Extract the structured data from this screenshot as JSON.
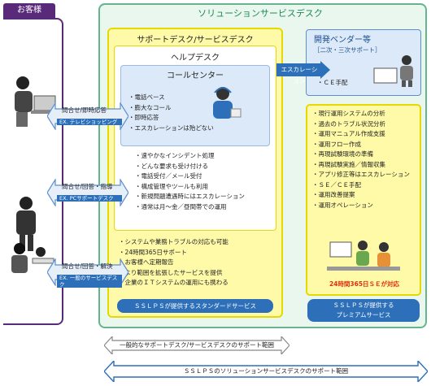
{
  "customer_label": "お客様",
  "solution_desk_title": "ソリューションサービスデスク",
  "support_desk_title": "サポートデスク/サービスデスク",
  "help_desk_title": "ヘルプデスク",
  "call_center_title": "コールセンター",
  "call_center_items": [
    "電話ベース",
    "膨大なコール",
    "即時応答",
    "エスカレーションは殆どない"
  ],
  "help_desk_items": [
    "速やかなインシデント処理",
    "どんな要求も受け付ける",
    "電話受付／メール受付",
    "構成管理やツールも利用",
    "新規問題遭遇時にはエスカレーション",
    "通常は月～金／昼間帯での運用"
  ],
  "support_desk_items": [
    "システムや業務トラブルの対応も可能",
    "24時間365日サポート",
    "お客様へ定期報告",
    "より範囲を拡張したサービスを提供",
    "企業のＩＴシステムの運用にも携わる"
  ],
  "standard_service_label": "ＳＳＬＰＳが提供するスタンダードサービス",
  "vendor_title": "開発ベンダー等",
  "vendor_subtitle": "［二次・三次サポート］",
  "vendor_items": [
    "ＣＥ手配"
  ],
  "escalation_label": "エスカレーション",
  "premium_items": [
    "現行運用システムの分析",
    "過去のトラブル状況分析",
    "運用マニュアル作成支援",
    "運用フロー作成",
    "再現試験環境の準備",
    "再現試験実施／情報収集",
    "アプリ修正等はエスカレーション",
    "ＳＥ／ＣＥ手配",
    "運用改善提案",
    "運用オペレーション"
  ],
  "se_support_label": "24時間365日ＳＥが対応",
  "premium_service_line1": "ＳＳＬＰＳが提供する",
  "premium_service_line2": "プレミアムサービス",
  "arrows": [
    {
      "label": "問合せ/即時応答",
      "example": "EX. テレビショッピング"
    },
    {
      "label": "問合せ/回答・指導",
      "example": "EX. PCサポートデスク"
    },
    {
      "label": "問合せ/回答・解決",
      "example": "EX. 一般のサービスデスク"
    }
  ],
  "general_range_label": "一般的なサポートデスク/サービスデスクのサポート範囲",
  "sslps_range_label": "ＳＳＬＰＳのソリューションサービスデスクのサポート範囲",
  "colors": {
    "purple": "#5a2a7a",
    "teal": "#66b48e",
    "yellow": "#fffaa8",
    "yellow_border": "#e6d800",
    "blue": "#2d6fb8",
    "blue_border": "#5b8fd0",
    "light_blue": "#dce9f8",
    "red": "#e03010"
  }
}
